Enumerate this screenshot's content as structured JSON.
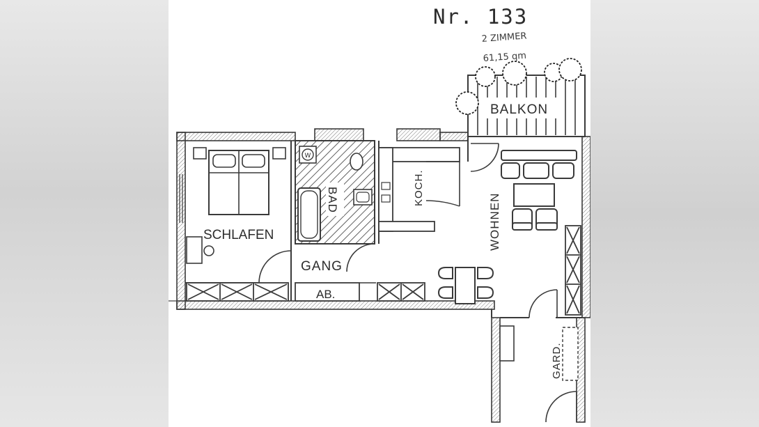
{
  "plan": {
    "number": "Nr. 133",
    "rooms_count": "2 ZIMMER",
    "area": "61,15 qm"
  },
  "rooms": {
    "balkon": "BALKON",
    "schlafen": "SCHLAFEN",
    "bad": "BAD",
    "koch": "KOCH.",
    "wohnen": "WOHNEN",
    "gang": "GANG",
    "ab": "AB.",
    "gard": "GARD."
  },
  "fixtures": {
    "washer_mark": "W"
  },
  "colors": {
    "ink": "#3a3a3a",
    "wall_fill": "#ffffff",
    "background_blur": "#d6d6d6"
  }
}
